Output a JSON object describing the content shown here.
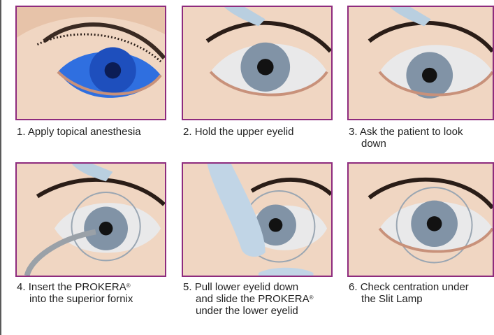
{
  "steps": [
    {
      "number": "1.",
      "lines": [
        "Apply topical anesthesia"
      ]
    },
    {
      "number": "2.",
      "lines": [
        "Hold the upper eyelid"
      ]
    },
    {
      "number": "3.",
      "lines": [
        "Ask the patient to look",
        "down"
      ]
    },
    {
      "number": "4.",
      "lines": [
        "Insert the PROKERA",
        "into the superior fornix"
      ],
      "mark": "®"
    },
    {
      "number": "5.",
      "lines": [
        "Pull lower eyelid down",
        "and slide the PROKERA",
        "under the lower eyelid"
      ],
      "mark": "®"
    },
    {
      "number": "6.",
      "lines": [
        "Check centration under",
        "the Slit Lamp"
      ]
    }
  ],
  "colors": {
    "panel_border": "#8e2b7e",
    "skin": "#f1d7c4",
    "anesthesia_blue": "#2f6fe0",
    "iris": "#8193a6"
  }
}
